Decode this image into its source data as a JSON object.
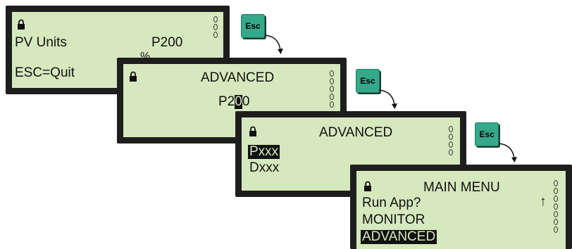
{
  "esc_label": "Esc",
  "panel1": {
    "line1": "PV Units",
    "line1_value": "P200",
    "line1_unit": "%",
    "line3": "ESC=Quit"
  },
  "panel2": {
    "title": "ADVANCED",
    "code_prefix": "P2",
    "code_cursor": "0",
    "code_suffix": "0"
  },
  "panel3": {
    "title": "ADVANCED",
    "items": [
      "Pxxx",
      "Dxxx"
    ]
  },
  "panel4": {
    "title": "MAIN MENU",
    "items": [
      "Run App?",
      "MONITOR",
      "ADVANCED"
    ],
    "scroll_indicator": "↑"
  },
  "colors": {
    "screen": "#d6e8be",
    "bezel": "#1e1e1e",
    "esc_key": "#35a98a"
  }
}
